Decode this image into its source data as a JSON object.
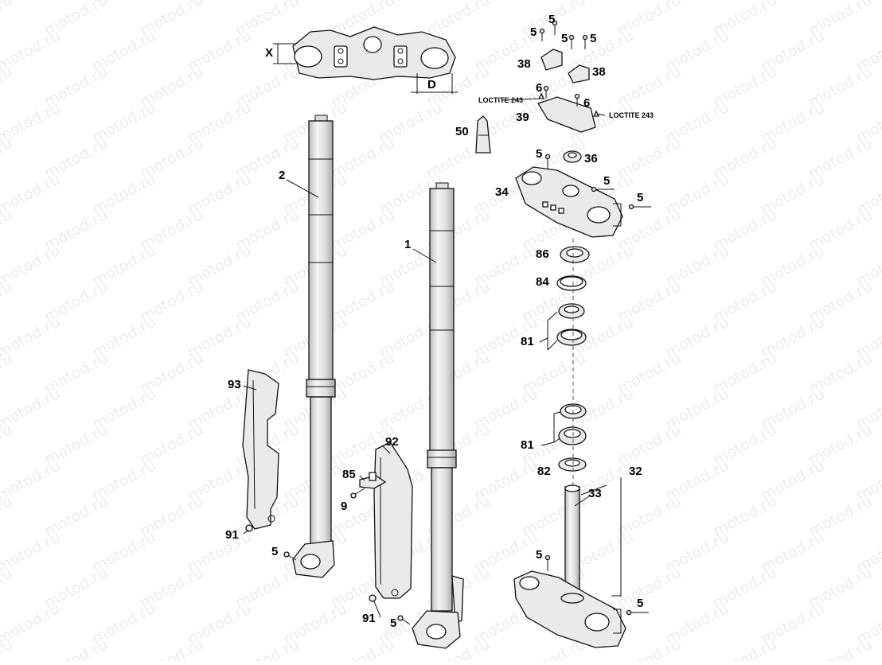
{
  "watermark": {
    "text": "motod.ru"
  },
  "dimensions": {
    "x_label": "X",
    "d_label": "D"
  },
  "notes": {
    "loctite_left": "LOCTITE 243",
    "loctite_right": "LOCTITE 243"
  },
  "callouts": {
    "p1": "1",
    "p2": "2",
    "p5a": "5",
    "p5b": "5",
    "p5c": "5",
    "p5d": "5",
    "p5e": "5",
    "p5f": "5",
    "p5g": "5",
    "p5h": "5",
    "p5i": "5",
    "p5j": "5",
    "p6a": "6",
    "p6b": "6",
    "p9": "9",
    "p32": "32",
    "p33": "33",
    "p34": "34",
    "p36": "36",
    "p38a": "38",
    "p38b": "38",
    "p39": "39",
    "p50": "50",
    "p81a": "81",
    "p81b": "81",
    "p82": "82",
    "p84": "84",
    "p85": "85",
    "p86": "86",
    "p91a": "91",
    "p91b": "91",
    "p92": "92",
    "p93": "93"
  }
}
